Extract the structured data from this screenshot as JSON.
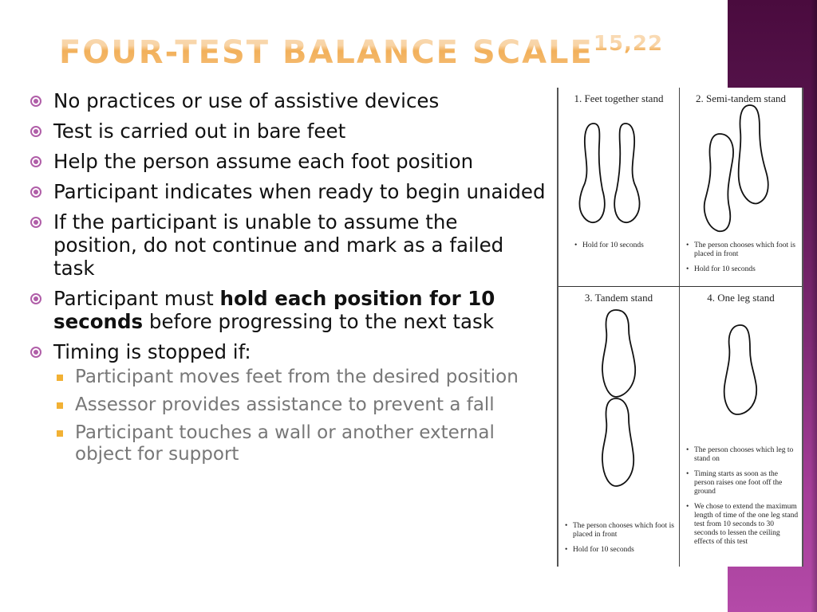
{
  "slide": {
    "title": "FOUR-TEST BALANCE SCALE",
    "title_superscript": "15,22",
    "colors": {
      "title": "#f6c68a",
      "bullet_marker": "#b05ea8",
      "sub_bullet_marker": "#f2b134",
      "sub_text": "#777777",
      "side_bar_top": "#4a0b3e",
      "side_bar_bottom": "#b44aa8"
    },
    "bullets": [
      {
        "text": "No practices or use of assistive devices"
      },
      {
        "text": "Test is carried out in bare feet"
      },
      {
        "text": "Help the person assume each foot position"
      },
      {
        "text": "Participant indicates when ready to begin unaided"
      },
      {
        "text": "If the participant is unable to assume the position, do not continue and mark as a failed task"
      },
      {
        "pre": "Participant must ",
        "bold": "hold each position for 10 seconds",
        "post": " before progressing to the next task"
      },
      {
        "text": "Timing is stopped if:",
        "sub_bullets": [
          "Participant moves feet from the desired position",
          "Assessor provides assistance to prevent a fall",
          "Participant touches a wall or another external object for support"
        ]
      }
    ]
  },
  "figure": {
    "panels": [
      {
        "title": "1. Feet together stand",
        "notes": [
          "Hold for 10 seconds"
        ]
      },
      {
        "title": "2. Semi-tandem stand",
        "notes": [
          "The person chooses which foot is placed in front",
          "Hold for 10 seconds"
        ]
      },
      {
        "title": "3. Tandem stand",
        "notes": [
          "The person chooses which foot is placed in front",
          "Hold for 10 seconds"
        ]
      },
      {
        "title": "4. One leg stand",
        "notes": [
          "The person chooses which leg to stand on",
          "Timing starts as soon as the person raises one foot off the ground",
          "We chose to extend the maximum length of time of the one leg stand test from 10 seconds to 30 seconds to lessen the ceiling effects of this test"
        ]
      }
    ]
  }
}
